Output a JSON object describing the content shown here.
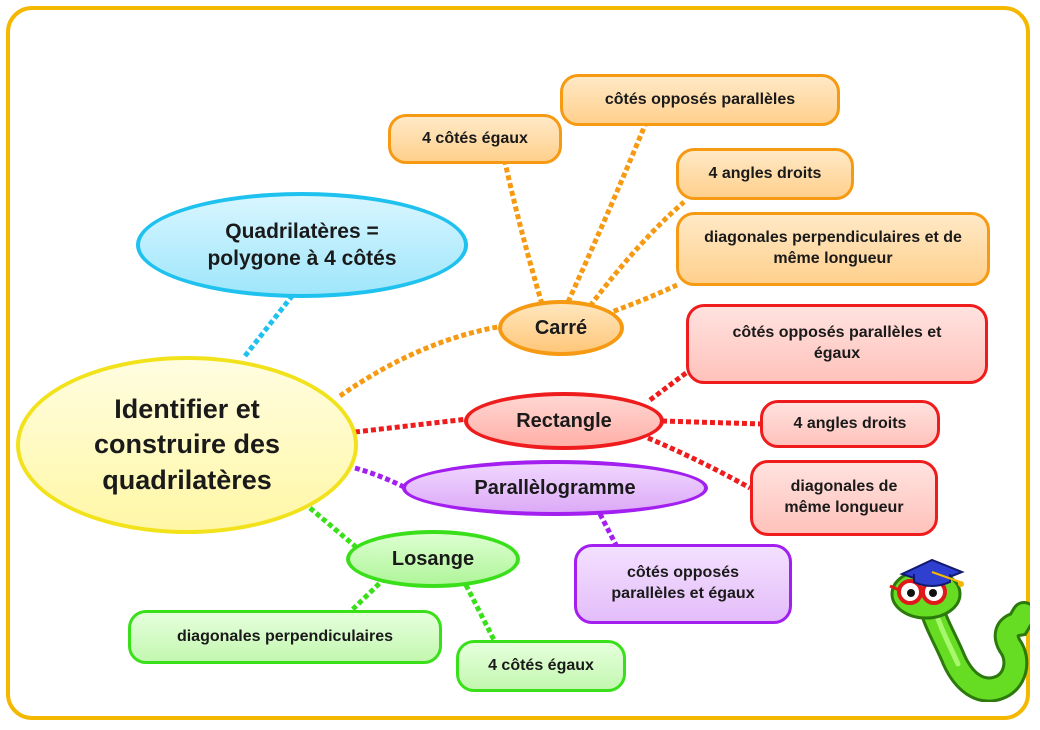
{
  "center": {
    "label": "Identifier et construire des quadrilatères"
  },
  "definition": {
    "label": "Quadrilatères = polygone à 4 côtés"
  },
  "branches": {
    "carre": {
      "label": "Carré",
      "properties": [
        "4 côtés égaux",
        "côtés opposés parallèles",
        "4 angles droits",
        "diagonales perpendiculaires et de même longueur"
      ]
    },
    "rectangle": {
      "label": "Rectangle",
      "properties": [
        "côtés opposés parallèles et égaux",
        "4 angles droits",
        "diagonales de même longueur"
      ]
    },
    "parallelogramme": {
      "label": "Parallèlogramme",
      "properties": [
        "côtés opposés parallèles et égaux"
      ]
    },
    "losange": {
      "label": "Losange",
      "properties": [
        "diagonales perpendiculaires",
        "4 côtés égaux"
      ]
    }
  },
  "colors": {
    "frame": "#f5b800",
    "center": "#f2e21c",
    "definition": "#1fc2ef",
    "carre": "#f59a12",
    "rectangle": "#ee1c1c",
    "parallelogramme": "#a21ff0",
    "losange": "#39e01a"
  },
  "icons": {
    "mascot": "worm-with-graduation-cap-icon"
  }
}
